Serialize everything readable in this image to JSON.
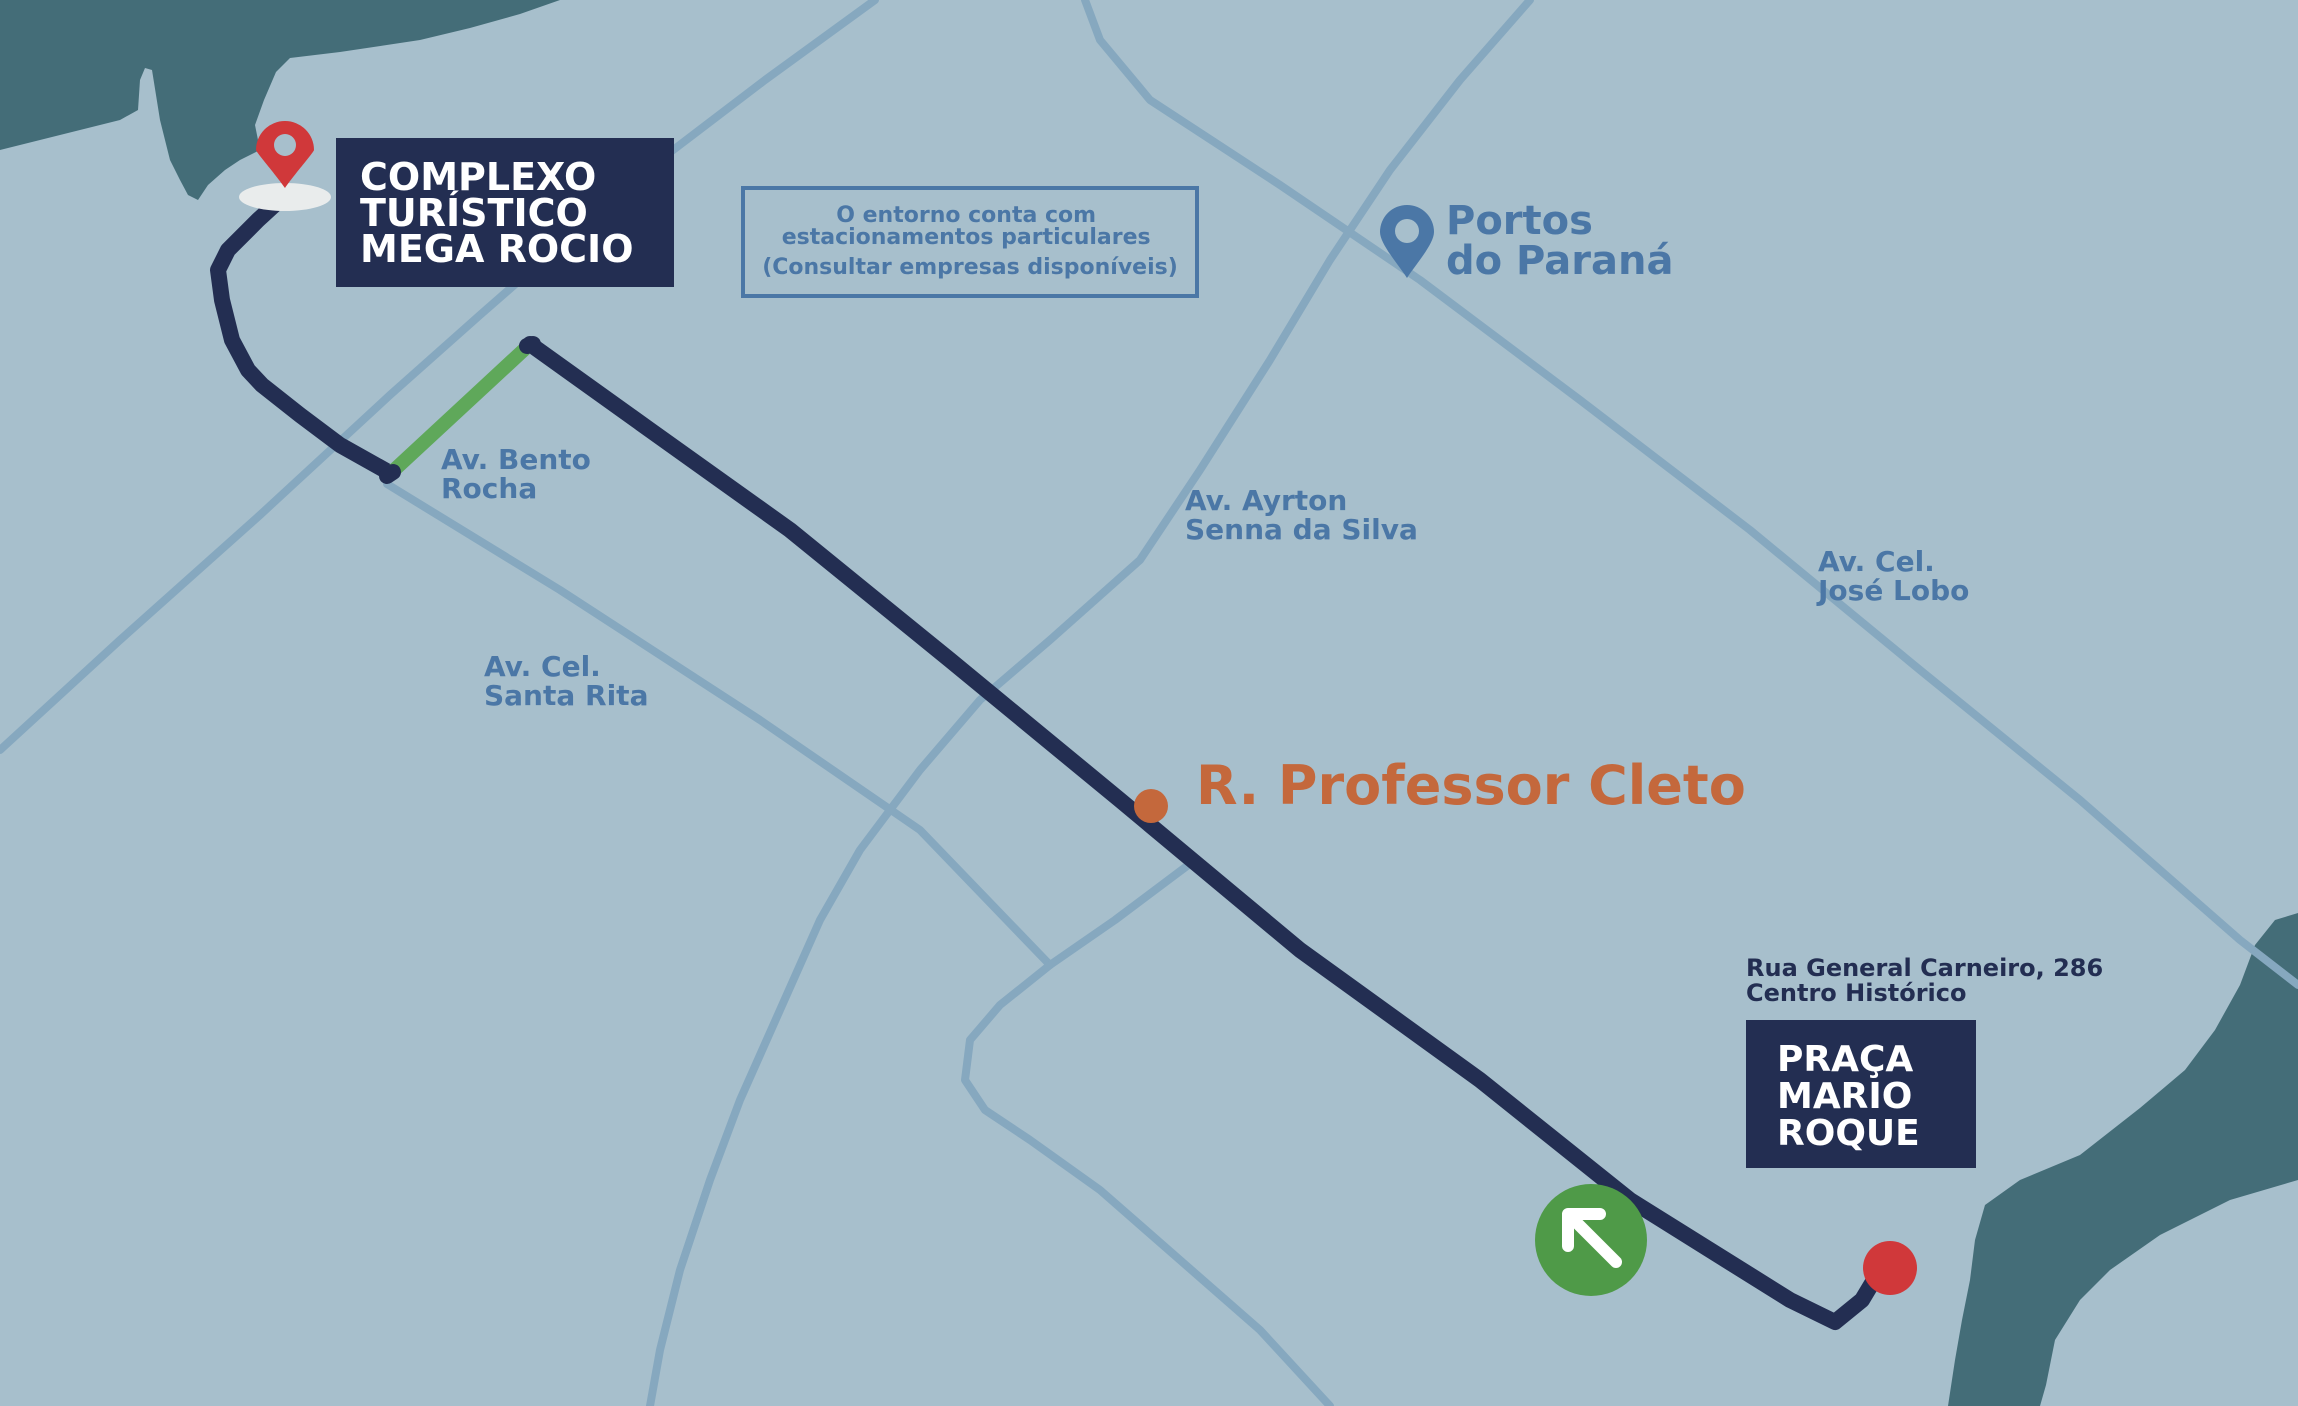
{
  "origin": {
    "lines": [
      "COMPLEXO",
      "TURÍSTICO",
      "MEGA ROCIO"
    ],
    "pin_icon": "map-pin-icon",
    "pin_color": "#d0383a"
  },
  "parking_note": {
    "lines": [
      "O entorno conta com",
      "estacionamentos particulares",
      "(Consultar empresas disponíveis)"
    ]
  },
  "landmark": {
    "lines": [
      "Portos",
      "do Paraná"
    ],
    "icon": "location-pin-icon"
  },
  "streets": {
    "bento_rocha": [
      "Av. Bento",
      "Rocha"
    ],
    "ayrton_senna": [
      "Av. Ayrton",
      "Senna da Silva"
    ],
    "jose_lobo": [
      "Av. Cel.",
      "José Lobo"
    ],
    "santa_rita": [
      "Av. Cel.",
      "Santa Rita"
    ]
  },
  "highlight_street": "R. Professor Cleto",
  "destination": {
    "address_lines": [
      "Rua General Carneiro, 286",
      "Centro Histórico"
    ],
    "lines": [
      "PRAÇA",
      "MARIO",
      "ROQUE"
    ]
  },
  "direction_icon": "arrow-up-left-icon",
  "colors": {
    "land": "#a7bfcc",
    "water": "#446d78",
    "streets": "#86a8bf",
    "route": "#232e52",
    "route_segment": "#5fa85a",
    "label_blue": "#4b77a6",
    "accent_orange": "#c4683c",
    "destination_red": "#d0383a",
    "direction_green": "#4f9a48",
    "label_box": "#232e52"
  }
}
